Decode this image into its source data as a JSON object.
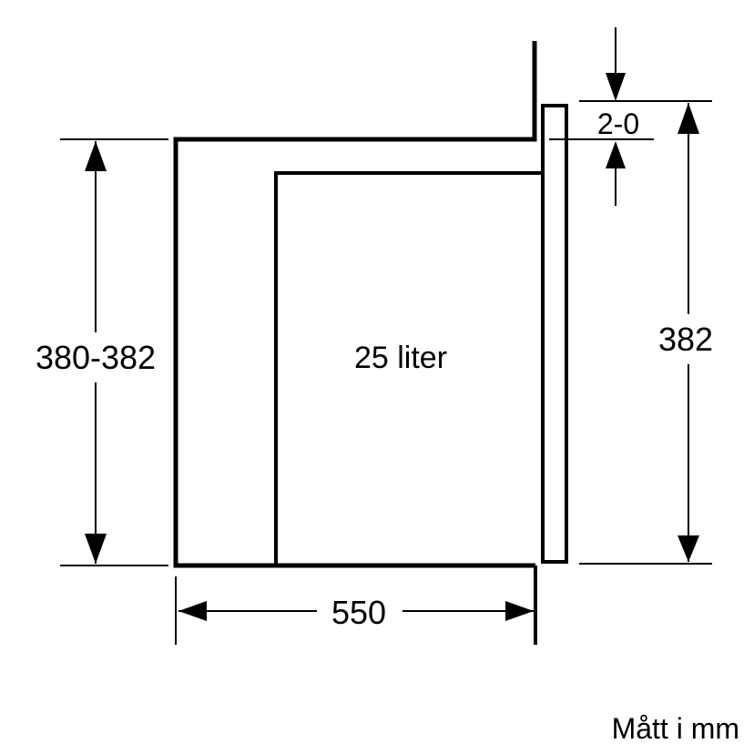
{
  "diagram": {
    "type": "built-in microwave installation dimensions (side view)",
    "stroke_color": "#000000",
    "background": "#ffffff",
    "labels": {
      "cavity_volume": "25 liter",
      "niche_height": "380-382",
      "appliance_height": "382",
      "depth": "550",
      "front_offset": "2-0",
      "units_note": "Mått i mm"
    }
  }
}
